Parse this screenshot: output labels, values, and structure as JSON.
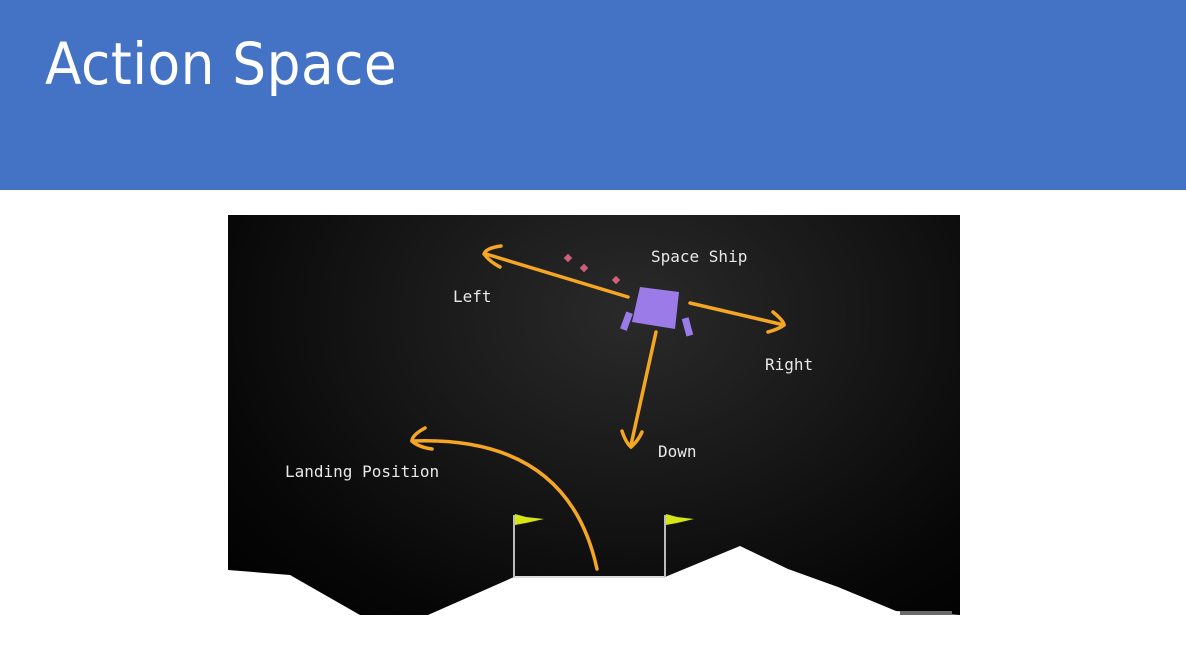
{
  "slide": {
    "title": "Action Space",
    "header_color": "#4472c4"
  },
  "figure": {
    "labels": {
      "space_ship": "Space Ship",
      "left": "Left",
      "right": "Right",
      "down": "Down",
      "landing_position": "Landing Position"
    },
    "colors": {
      "arrow": "#f5a623",
      "ship": "#9b7be8",
      "flag": "#d4e615",
      "ground": "#ffffff",
      "particles": "#d0607a"
    }
  }
}
